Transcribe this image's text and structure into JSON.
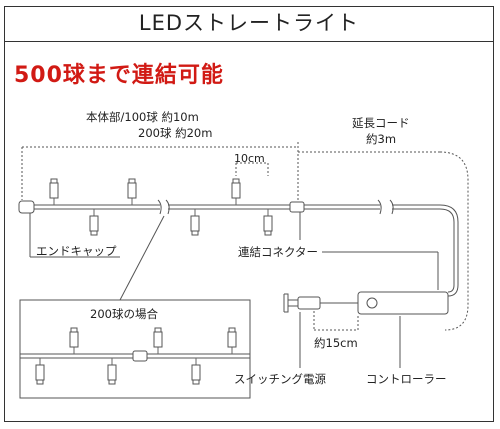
{
  "title": "LEDストレートライト",
  "headline": "500球まで連結可能",
  "labels": {
    "main_body_100": "本体部/100球 約10m",
    "main_body_200": "200球 約20m",
    "spacing": "10cm",
    "extension_cord": "延長コード",
    "extension_length": "約3m",
    "end_cap": "エンドキャップ",
    "connector": "連結コネクター",
    "case_200": "200球の場合",
    "plug_length": "約15cm",
    "switching_power": "スイッチング電源",
    "controller": "コントローラー"
  }
}
